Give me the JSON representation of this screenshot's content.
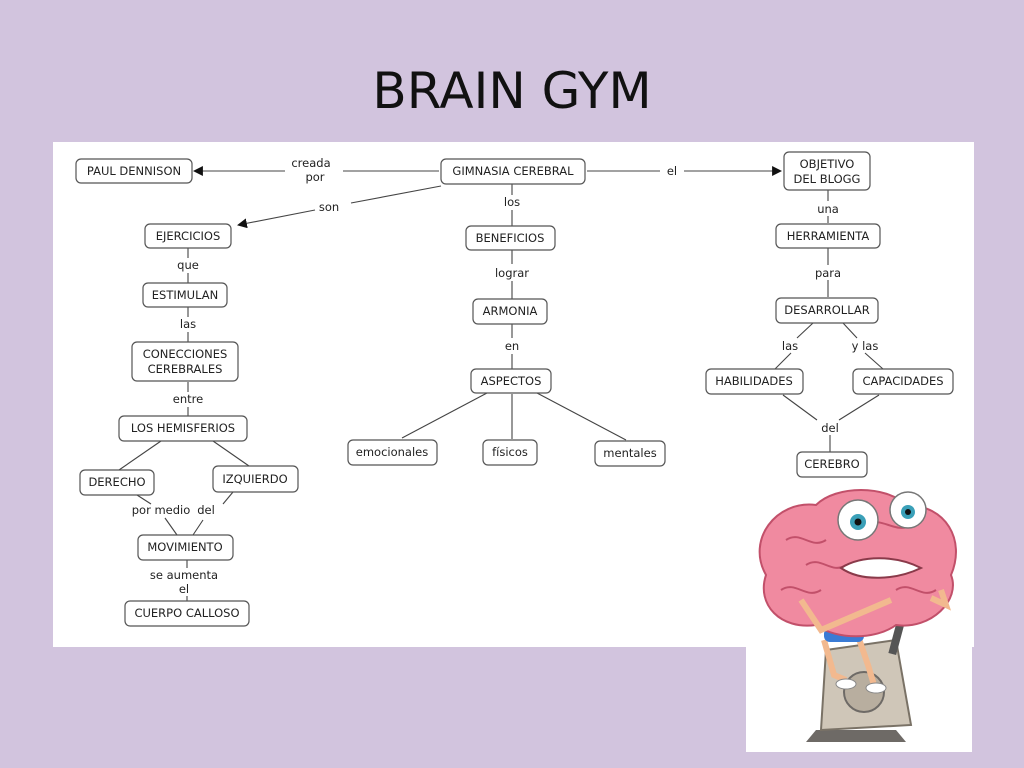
{
  "title": "BRAIN GYM",
  "nodes": {
    "paul": "PAUL DENNISON",
    "gimnasia": "GIMNASIA CEREBRAL",
    "objetivo_1": "OBJETIVO",
    "objetivo_2": "DEL BLOGG",
    "ejercicios": "EJERCICIOS",
    "beneficios": "BENEFICIOS",
    "herramienta": "HERRAMIENTA",
    "estimulan": "ESTIMULAN",
    "armonia": "ARMONIA",
    "desarrollar": "DESARROLLAR",
    "conecciones_1": "CONECCIONES",
    "conecciones_2": "CEREBRALES",
    "aspectos": "ASPECTOS",
    "habilidades": "HABILIDADES",
    "capacidades": "CAPACIDADES",
    "hemisferios": "LOS HEMISFERIOS",
    "emocionales": "emocionales",
    "fisicos": "físicos",
    "mentales": "mentales",
    "cerebro": "CEREBRO",
    "derecho": "DERECHO",
    "izquierdo": "IZQUIERDO",
    "movimiento": "MOVIMIENTO",
    "cuerpo": "CUERPO CALLOSO"
  },
  "labels": {
    "creada": "creada",
    "por": "por",
    "el_top": "el",
    "son": "son",
    "los": "los",
    "una": "una",
    "que": "que",
    "lograr": "lograr",
    "para": "para",
    "las_left": "las",
    "en": "en",
    "las_right": "las",
    "y_las": "y las",
    "entre": "entre",
    "del_right": "del",
    "por_medio": "por medio",
    "del_left": "del",
    "se_aumenta": "se aumenta",
    "el_bottom": "el"
  }
}
